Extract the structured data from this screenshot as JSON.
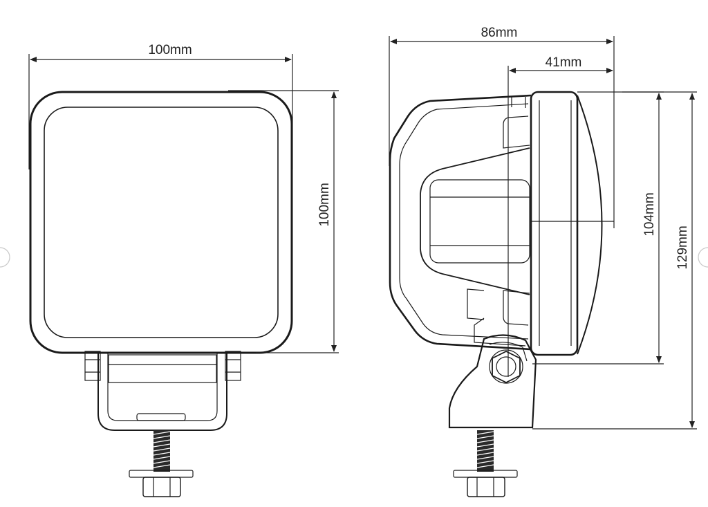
{
  "diagram": {
    "front_view": {
      "width_label": "100mm",
      "height_label": "100mm"
    },
    "side_view": {
      "depth_label": "86mm",
      "lens_depth_label": "41mm",
      "lens_height_label": "104mm",
      "total_height_label": "129mm"
    }
  },
  "colors": {
    "line": "#1a1a1a",
    "background": "#ffffff",
    "bolt_fill": "#2a2a2a"
  }
}
